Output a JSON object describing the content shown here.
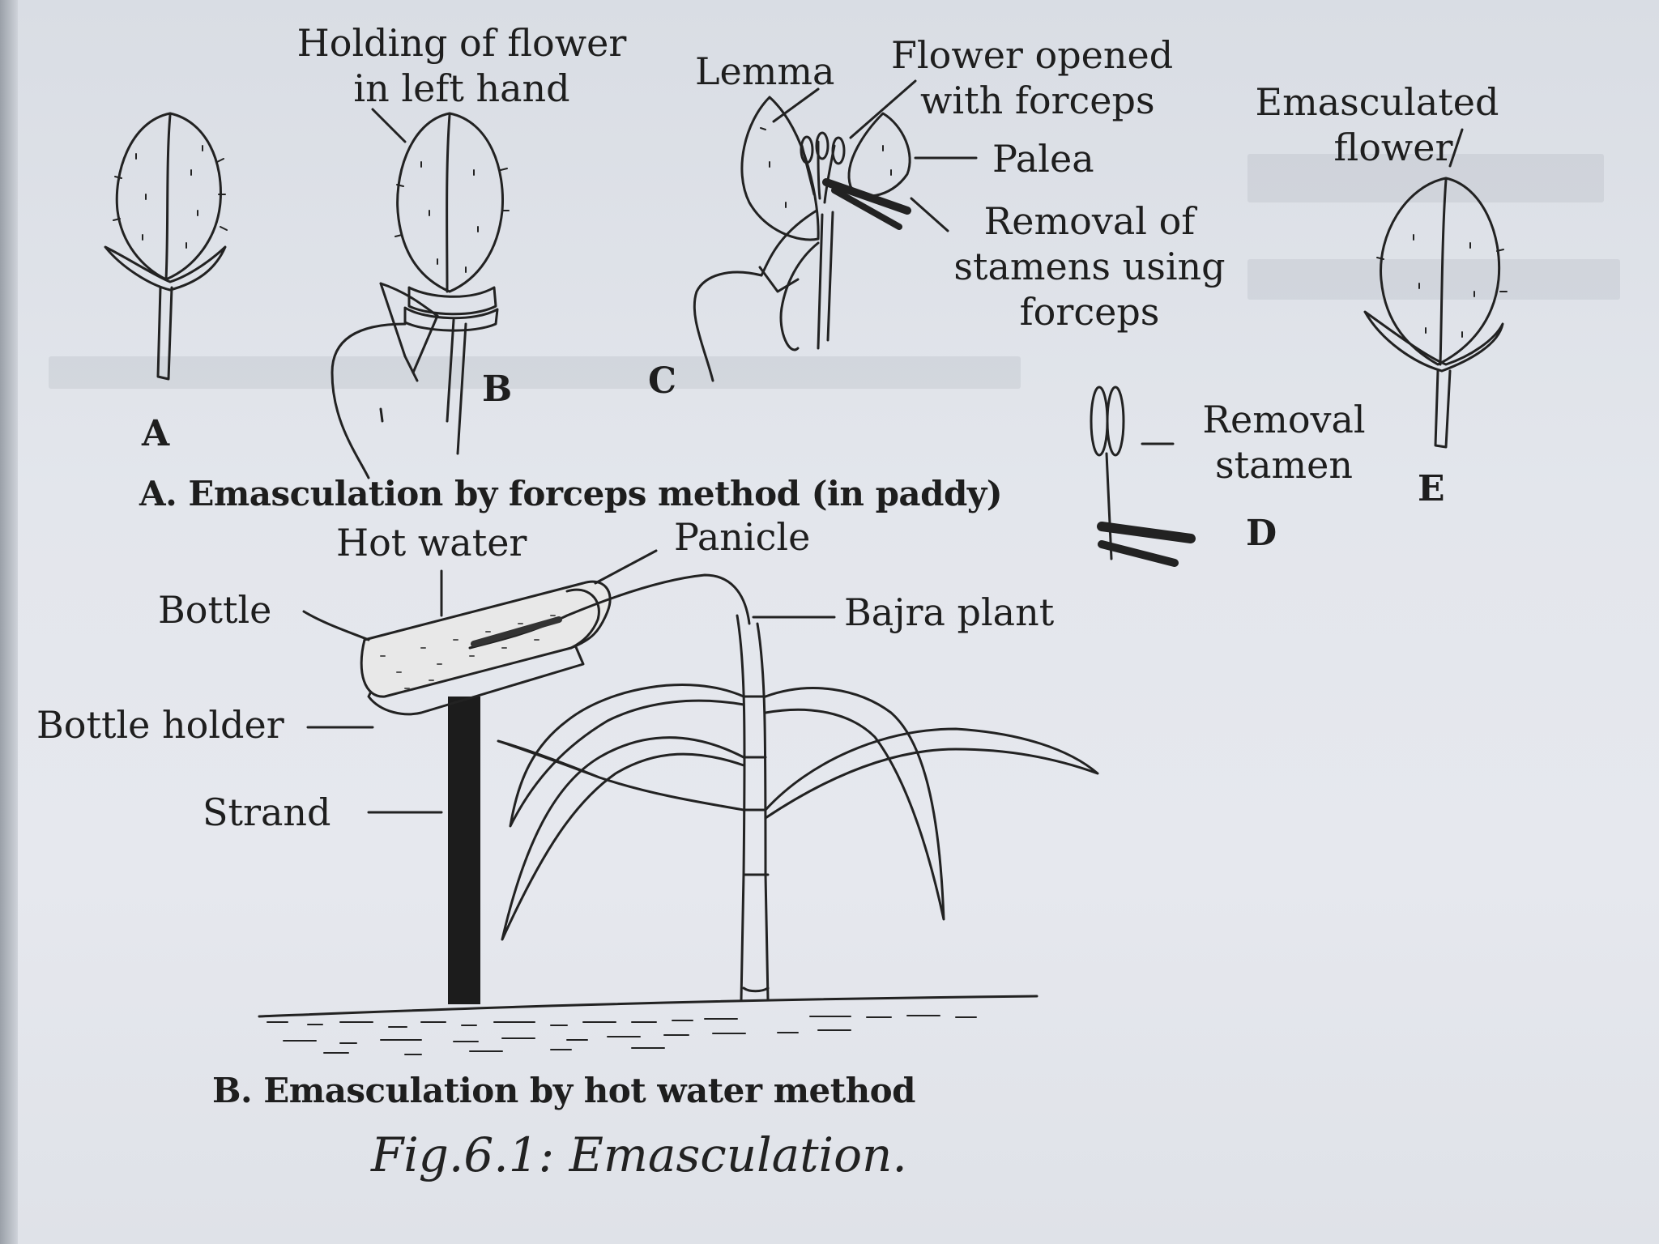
{
  "labels": {
    "holding_line1": "Holding of flower",
    "holding_line2": "in left hand",
    "lemma": "Lemma",
    "opened_line1": "Flower opened",
    "opened_line2": "with forceps",
    "palea": "Palea",
    "emasc_line1": "Emasculated",
    "emasc_line2": "flower",
    "removal_line1": "Removal of",
    "removal_line2": "stamens using",
    "removal_line3": "forceps",
    "removal_stamen_line1": "Removal",
    "removal_stamen_line2": "stamen",
    "hot_water": "Hot water",
    "panicle": "Panicle",
    "bottle": "Bottle",
    "bajra": "Bajra plant",
    "bottle_holder": "Bottle holder",
    "strand": "Strand"
  },
  "letters": {
    "a": "A",
    "b": "B",
    "c": "C",
    "d": "D",
    "e": "E"
  },
  "captions": {
    "forceps": "A. Emasculation by forceps method (in paddy)",
    "hotwater": "B. Emasculation by hot water method",
    "figure": "Fig.6.1: Emasculation."
  }
}
